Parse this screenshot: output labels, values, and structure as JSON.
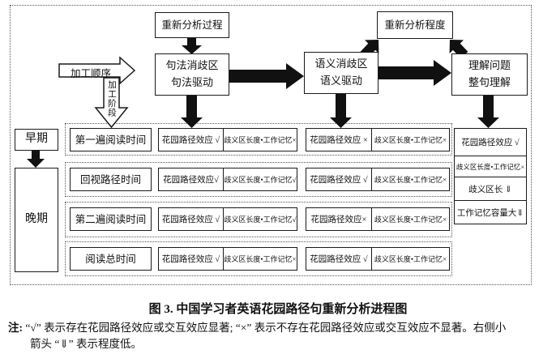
{
  "boxes": {
    "reanalysis_process": "重新分析过程",
    "syntax_line1": "句法消歧区",
    "syntax_line2": "句法驱动",
    "semantic_line1": "语义消歧区",
    "semantic_line2": "语义驱动",
    "reanalysis_degree": "重新分析程度",
    "comprehension_line1": "理解问题",
    "comprehension_line2": "整句理解"
  },
  "flow_labels": {
    "processing_order": "加工顺序",
    "processing_stage": "加工阶段"
  },
  "timeline": {
    "early": "早期",
    "late": "晚期"
  },
  "rows": [
    {
      "measure": "第一遍阅读时间",
      "syntax_gp": "花园路径效应 √",
      "syntax_interaction": "歧义区长度•工作记忆×",
      "semantic_gp": "花园路径效应 ×",
      "semantic_interaction": "歧义区长度•工作记忆×"
    },
    {
      "measure": "回视路径时间",
      "syntax_gp": "花园路径效应√",
      "syntax_interaction": "歧义区长度•工作记忆√",
      "semantic_gp": "花园路径效应 √",
      "semantic_interaction": "歧义区长度•工作记忆×"
    },
    {
      "measure": "第二遍阅读时间",
      "syntax_gp": "花园路径效应 √",
      "syntax_interaction": "歧义区长度•工作记忆√",
      "semantic_gp": "花园路径效应×",
      "semantic_interaction": "歧义区长度•工作记忆×"
    },
    {
      "measure": "阅读总时间",
      "syntax_gp": "花园路径效应 √",
      "syntax_interaction": "歧义区长度•工作记忆×",
      "semantic_gp": "花园路径效应 √",
      "semantic_interaction": "歧义区长度•工作记忆×"
    }
  ],
  "result_panel": {
    "cells": [
      "花园路径效应 √",
      "歧义区长度•工作记忆×",
      "歧义区长 ⇓",
      "工作记忆容量大⇓"
    ]
  },
  "caption": "图 3. 中国学习者英语花园路径句重新分析进程图",
  "note": {
    "prefix": "注:",
    "line1": "“√” 表示存在花园路径效应或交互效应显著; “×” 表示不存在花园路径效应或交互效应不显著。右侧小",
    "line2": "箭头 “⇓” 表示程度低。"
  }
}
